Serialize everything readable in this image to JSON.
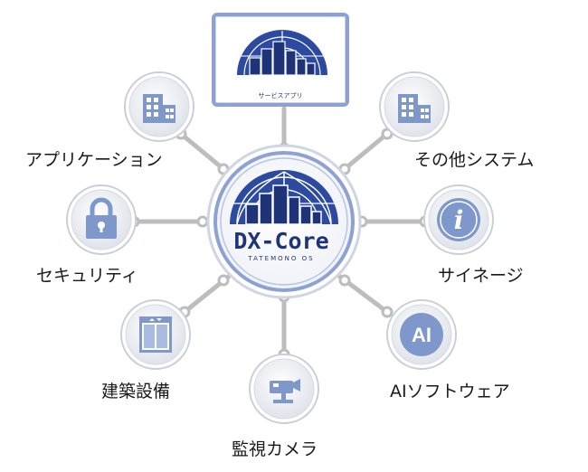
{
  "center": {
    "title": "DX-Core",
    "subtitle": "TATEMONO OS"
  },
  "top_box": {
    "caption": "サービスアプリ"
  },
  "labels": {
    "application": "アプリケーション",
    "other_systems": "その他システム",
    "security": "セキュリティ",
    "signage": "サイネージ",
    "building_equipment": "建築設備",
    "ai_software": "AIソフトウェア",
    "surveillance_camera": "監視カメラ"
  },
  "icons": {
    "ai_text": "AI",
    "info_text": "i"
  },
  "colors": {
    "accent": "#1f3478",
    "ring": "#8ea2d2",
    "connector": "#bdbdbd",
    "icon_fill": "#7f98cc"
  }
}
